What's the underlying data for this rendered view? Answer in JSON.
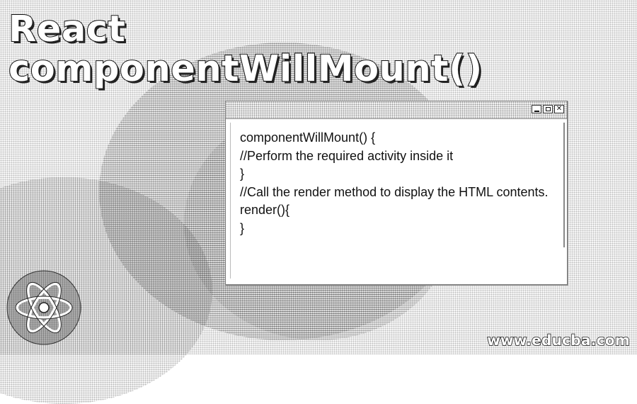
{
  "headline": {
    "line1": "React",
    "line2": "componentWillMount()"
  },
  "editor_window": {
    "controls": {
      "minimize_icon": "minimize-icon",
      "maximize_icon": "maximize-icon",
      "close_icon": "close-icon",
      "close_glyph": "✕"
    },
    "code_lines": [
      "componentWillMount() {",
      "//Perform the required activity inside it",
      "}",
      "//Call the render method to display the HTML contents.",
      "render(){",
      "}"
    ]
  },
  "logo": {
    "icon": "react-logo-icon"
  },
  "footer": {
    "website": "www.educba.com"
  },
  "colors": {
    "background": "#ffffff",
    "text": "#111111",
    "outline": "#111111"
  }
}
